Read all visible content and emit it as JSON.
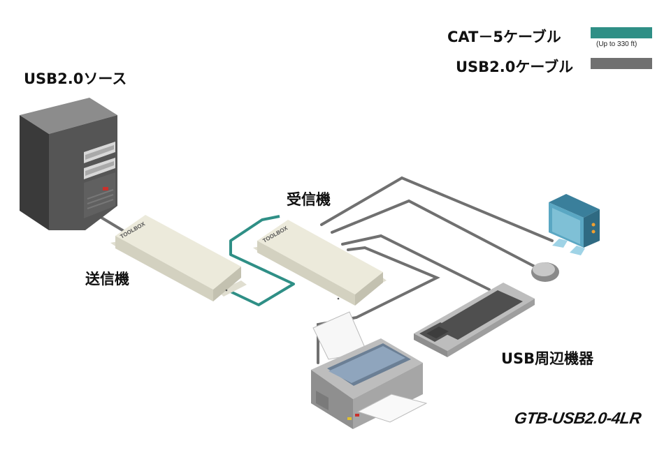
{
  "legend": {
    "cat5": {
      "label": "CAT－5ケーブル",
      "note": "(Up to 330 ft)",
      "color": "#2f8f86"
    },
    "usb": {
      "label": "USB2.0ケーブル",
      "color": "#707070"
    }
  },
  "labels": {
    "source": "USB2.0ソース",
    "transmitter": "送信機",
    "receiver": "受信機",
    "peripherals": "USB周辺機器",
    "model": "GTB-USB2.0-4LR"
  },
  "logo_text": "TOOLBOX",
  "colors": {
    "box": "#eceadb",
    "box_side": "#d3d1c0",
    "pc": "#4a4a4a",
    "cable": "#707070",
    "teal": "#2f8f86",
    "hub": "#3a7f9b"
  }
}
